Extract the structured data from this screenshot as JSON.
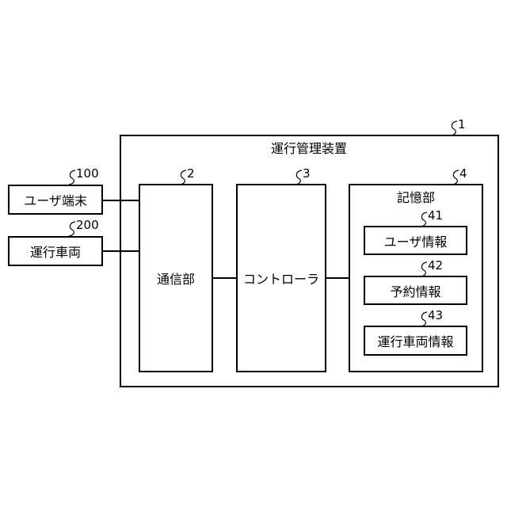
{
  "main_device": {
    "title": "運行管理装置",
    "ref": "1"
  },
  "user_terminal": {
    "label": "ユーザ端末",
    "ref": "100"
  },
  "operating_vehicle": {
    "label": "運行車両",
    "ref": "200"
  },
  "communication_unit": {
    "label": "通信部",
    "ref": "2"
  },
  "controller": {
    "label": "コントローラ",
    "ref": "3"
  },
  "storage_unit": {
    "title": "記憶部",
    "ref": "4",
    "items": [
      {
        "label": "ユーザ情報",
        "ref": "41"
      },
      {
        "label": "予約情報",
        "ref": "42"
      },
      {
        "label": "運行車両情報",
        "ref": "43"
      }
    ]
  }
}
